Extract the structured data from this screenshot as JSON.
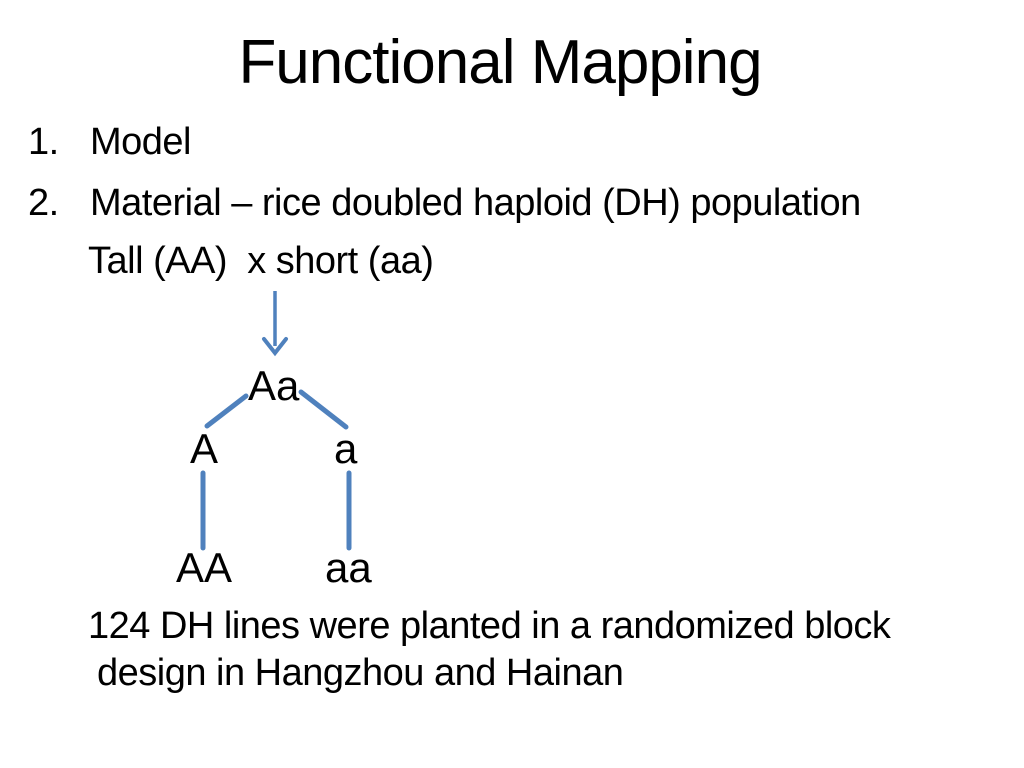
{
  "slide": {
    "title": "Functional Mapping",
    "list": {
      "item1_number": "1.",
      "item1_text": "Model",
      "item2_number": "2.",
      "item2_text": "Material – rice doubled haploid (DH) population",
      "cross_text": "Tall (AA)  x short (aa)"
    },
    "diagram": {
      "f1_genotype": "Aa",
      "gamete_left": "A",
      "gamete_right": "a",
      "offspring_left": "AA",
      "offspring_right": "aa",
      "line_color": "#4f81bd"
    },
    "footer": {
      "line1": "124 DH lines were planted in a randomized block",
      "line2": "design in Hangzhou and Hainan"
    },
    "colors": {
      "background": "#ffffff",
      "text": "#000000"
    }
  }
}
